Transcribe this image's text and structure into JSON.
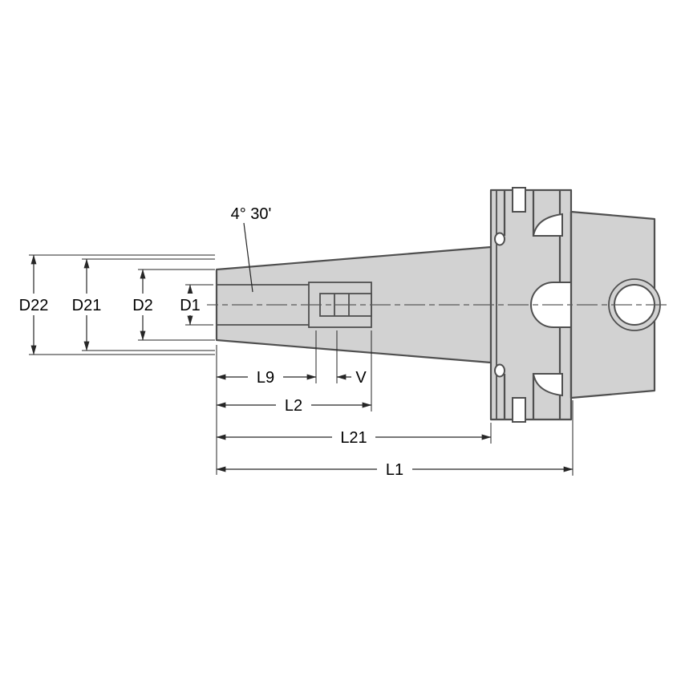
{
  "drawing": {
    "type": "technical-dimension-drawing",
    "subject": "tool-holder-side-view",
    "labels": {
      "angle": "4° 30'",
      "d22": "D22",
      "d21": "D21",
      "d2": "D2",
      "d1": "D1",
      "l9": "L9",
      "v": "V",
      "l2": "L2",
      "l21": "L21",
      "l1": "L1"
    },
    "colors": {
      "background": "#ffffff",
      "body_fill": "#d2d2d2",
      "outline": "#4f4f4f",
      "dimension_line": "#262626",
      "text": "#000000"
    }
  }
}
